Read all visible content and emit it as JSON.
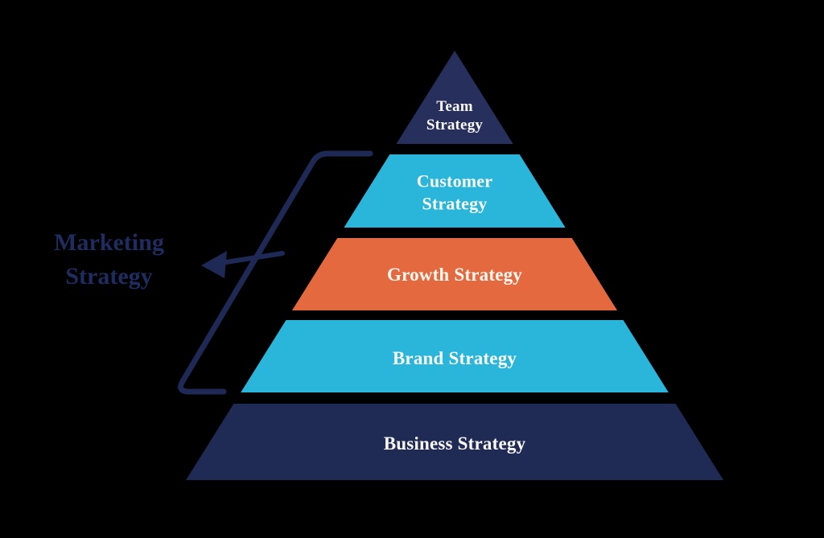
{
  "diagram": {
    "type": "pyramid",
    "background": "#000000",
    "levels": [
      {
        "label": "Team Strategy",
        "color": "#27305C",
        "text_color": "#FAF8F2"
      },
      {
        "label": "Customer Strategy",
        "color": "#29B6DA",
        "text_color": "#FAF8F2"
      },
      {
        "label": "Growth Strategy",
        "color": "#E5693F",
        "text_color": "#FAF8F2"
      },
      {
        "label": "Brand Strategy",
        "color": "#29B6DA",
        "text_color": "#FAF8F2"
      },
      {
        "label": "Business Strategy",
        "color": "#1F2A55",
        "text_color": "#FAF8F2"
      }
    ],
    "annotation": {
      "label": "Marketing Strategy",
      "text_color": "#1F2C60",
      "line_color": "#1E2A55",
      "spans_levels": [
        "Customer Strategy",
        "Growth Strategy",
        "Brand Strategy"
      ]
    }
  }
}
